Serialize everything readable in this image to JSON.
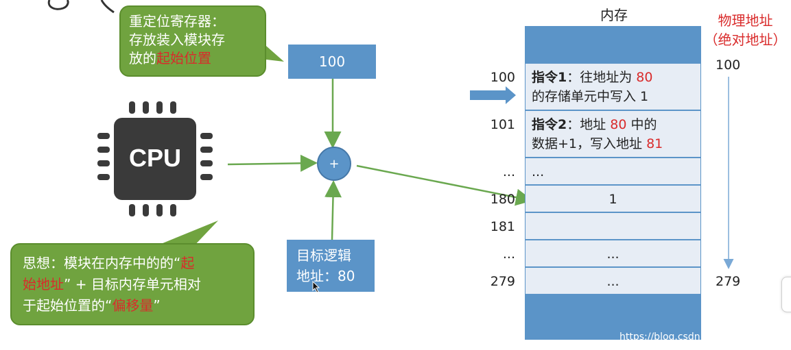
{
  "callout_register": {
    "line1": "重定位寄存器：",
    "line2": "存放装入模块存",
    "line3_prefix": "放的",
    "line3_highlight": "起始位置"
  },
  "callout_idea": {
    "line1_prefix": "思想：模块在内存中的的“",
    "line1_highlight": "起",
    "line2_highlight": "始地址",
    "line2_suffix": "” + 目标内存单元相对",
    "line3_prefix": "于起始位置的“",
    "line3_highlight": "偏移量",
    "line3_suffix": "”"
  },
  "register_box": {
    "value": "100"
  },
  "logic_box": {
    "line1": "目标逻辑",
    "line2": "地址：80"
  },
  "adder": {
    "symbol": "+"
  },
  "cpu": {
    "label": "CPU"
  },
  "memory": {
    "title": "内存",
    "cells": [
      {
        "addr": "100",
        "bold": "指令1",
        "text1": "：往地址为 ",
        "red1": "80",
        "text2": "的存储单元中写入 1"
      },
      {
        "addr": "101",
        "bold": "指令2",
        "text1": "：地址 ",
        "red1": "80",
        "text1b": " 中的",
        "text2": "数据+1，写入地址 ",
        "red2": "81"
      },
      {
        "addr": "...",
        "content": "..."
      },
      {
        "addr": "180",
        "content": "1"
      },
      {
        "addr": "181",
        "content": ""
      },
      {
        "addr": "...",
        "content": "..."
      },
      {
        "addr": "279",
        "content": "..."
      }
    ]
  },
  "physical": {
    "title_line1": "物理地址",
    "title_line2": "（绝对地址）",
    "start": "100",
    "end": "279"
  },
  "watermark": "https://blog.csdn.net/Shangxingya",
  "colors": {
    "callout_green": "#70a33f",
    "box_blue": "#5b94c8",
    "cell_fill": "#e7edf5",
    "arrow_green": "#6aa84f",
    "highlight_red": "#d92b2b"
  }
}
